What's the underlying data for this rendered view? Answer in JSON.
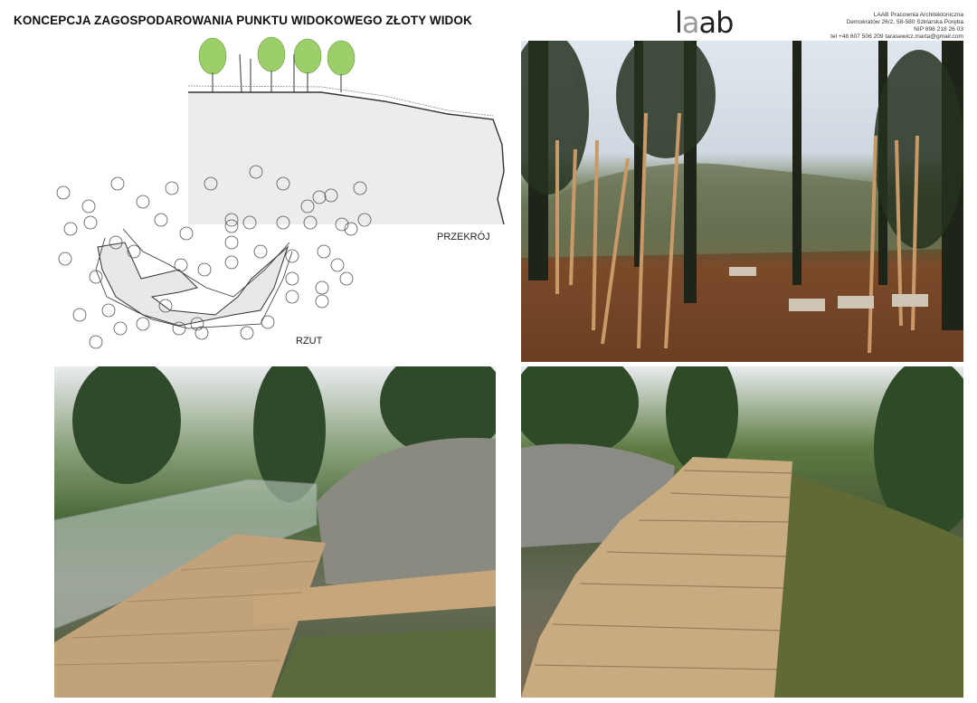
{
  "title": "KONCEPCJA ZAGOSPODAROWANIA PUNKTU WIDOKOWEGO ZŁOTY WIDOK",
  "logo": {
    "text": "laab"
  },
  "contact": {
    "line1": "LAAB Pracownia Architektoniczna",
    "line2": "Demokratów 26/2, 58-580 Szklarska Poręba",
    "line3": "NIP 898 218 26 03",
    "line4": "tel +48 607 506 209 tarasewicz.marta@gmail.com"
  },
  "drawings": {
    "section_label": "PRZEKRÓJ",
    "plan_label": "RZUT"
  }
}
